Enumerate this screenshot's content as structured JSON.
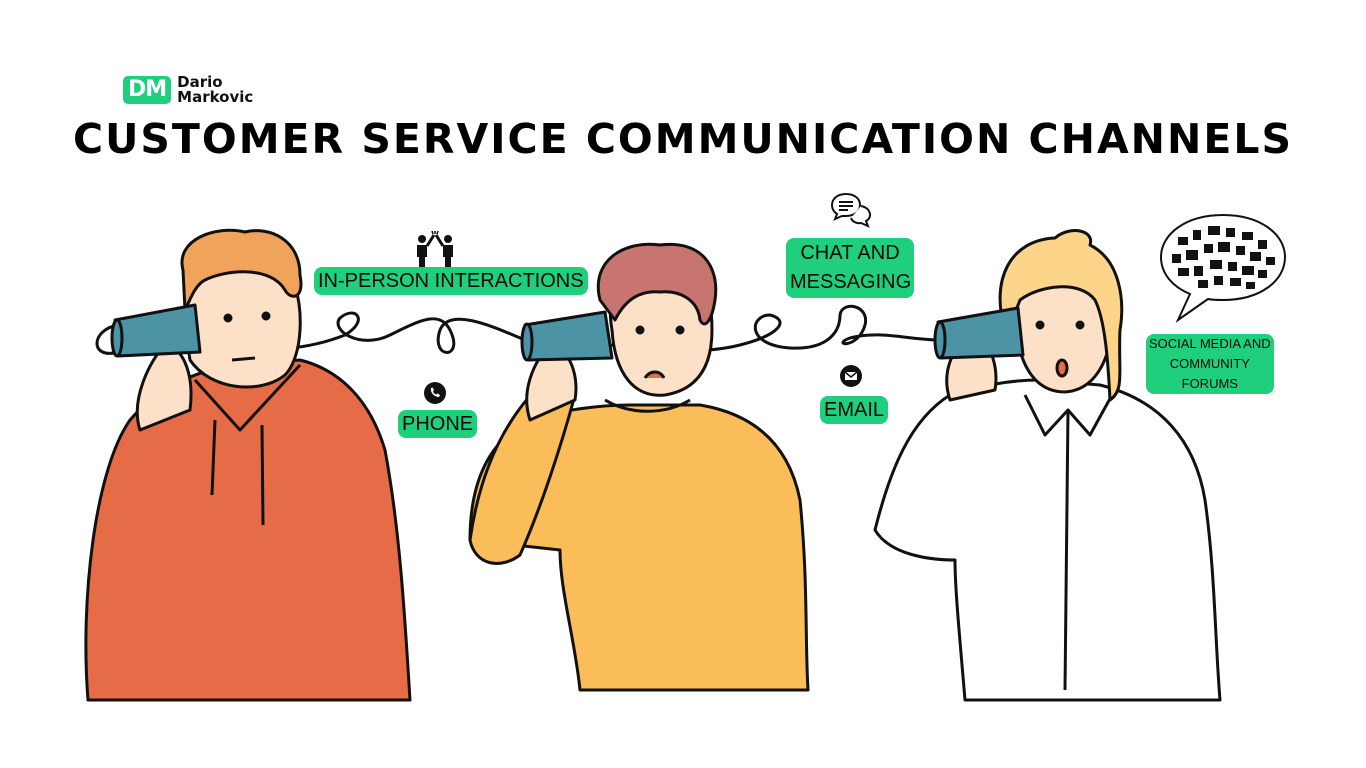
{
  "brand": {
    "badge": "DM",
    "first": "Dario",
    "last": "Markovic",
    "color": "#1fcf7c"
  },
  "title": "CUSTOMER SERVICE COMMUNICATION CHANNELS",
  "channels": {
    "in_person": "IN-PERSON INTERACTIONS",
    "phone": "PHONE",
    "chat": "CHAT AND MESSAGING",
    "email": "EMAIL",
    "social_1": "SOCIAL MEDIA AND",
    "social_2": "COMMUNITY",
    "social_3": "FORUMS"
  },
  "colors": {
    "tag": "#1fcf7c",
    "hoodie": "#e66b47",
    "sweater": "#fbbd59",
    "shirt": "#ffffff",
    "cup": "#4b93a5",
    "skin": "#fde0c8"
  },
  "icons": [
    "people-high-five-icon",
    "phone-icon",
    "chat-bubbles-icon",
    "email-icon",
    "social-cloud-icon"
  ]
}
